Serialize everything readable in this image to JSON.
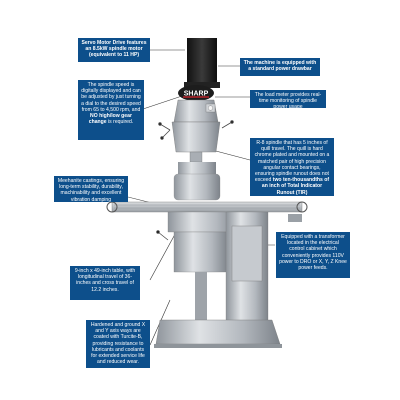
{
  "logo": {
    "brand": "SHARP"
  },
  "callouts": {
    "servo_motor": {
      "text": "Servo Motor Drive features an 8.5kW spindle motor (equivalent to 11 HP)"
    },
    "power_drawbar": {
      "text": "The machine is equipped with a standard power drawbar"
    },
    "spindle_speed": {
      "text_a": "The spindle speed is digitally displayed and can be adjusted by just turning a dial to the desired speed from 65 to 4,500 rpm, and ",
      "text_b": "NO high/low gear change",
      "text_c": " is required."
    },
    "load_meter": {
      "text": "The load meter provides real-time monitoring of spindle power usage"
    },
    "r8_spindle": {
      "text_a": "R-8 spindle that has 5 inches of quill travel. The quill is hard chrome plated and mounted on a matched pair of high precision angular contact bearings, ensuring spindle runout does not exceed ",
      "text_b": "two ten-thousandths of an inch of Total Indicator Runout (TIR)"
    },
    "meehanite": {
      "text": "Meehanite castings, ensuring long-term stability, durability, machinability and excellent vibration damping"
    },
    "transformer": {
      "text": "Equipped with a transformer located in the electrical control cabinet which conveniently provides 110V power to DRO or X, Y, Z Knee power feeds."
    },
    "table": {
      "text": "9-inch x 49-inch table, with longitudinal travel of 36-inches and cross travel of 12.2 inches."
    },
    "ways": {
      "text": "Hardened and ground X and Y axis ways are coated with Turcite-B, providing resistance to lubricants and coolants for extended service life and reduced wear."
    }
  },
  "colors": {
    "callout_bg": "#0d4f8b",
    "accent_red": "#d7262e",
    "machine_gray": "#b9bdc2",
    "motor_black": "#1b1b1b"
  }
}
